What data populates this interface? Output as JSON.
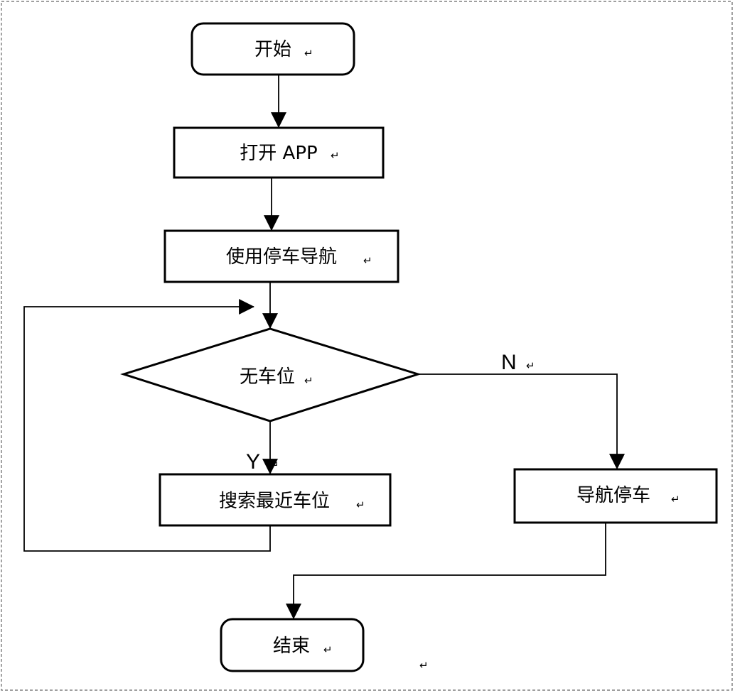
{
  "nodes": {
    "start": "开始",
    "open_app": "打开 APP",
    "use_navigation": "使用停车导航",
    "decision": "无车位",
    "search_nearest": "搜索最近车位",
    "navigate_park": "导航停车",
    "end": "结束"
  },
  "edges": {
    "yes_label": "Y",
    "no_label": "N"
  },
  "return_mark": "↵"
}
